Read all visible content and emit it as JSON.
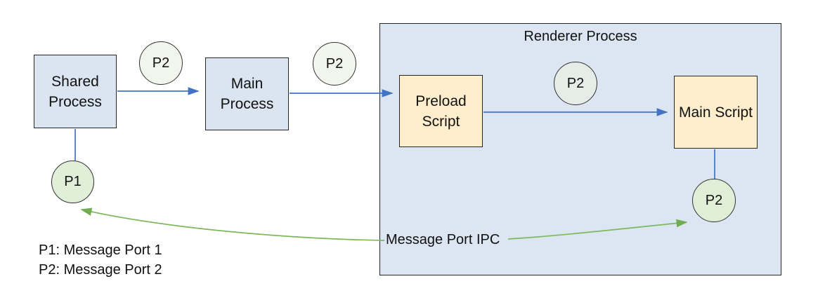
{
  "diagram": {
    "renderer_container": {
      "title": "Renderer Process"
    },
    "boxes": {
      "shared_process": {
        "label": "Shared Process"
      },
      "main_process": {
        "label": "Main Process"
      },
      "preload_script": {
        "label": "Preload Script"
      },
      "main_script": {
        "label": "Main Script"
      }
    },
    "ports": {
      "p2_between_shared_and_main": "P2",
      "p2_between_main_and_preload": "P2",
      "p2_between_preload_and_main_script": "P2",
      "p1_below_shared_process": "P1",
      "p2_below_main_script": "P2"
    },
    "ipc_label": "Message Port IPC",
    "legend": {
      "line1": "P1: Message Port 1",
      "line2": "P2: Message Port 2"
    },
    "colors": {
      "process_box_fill": "#dbe5f1",
      "renderer_container_fill": "#dce6f2",
      "script_box_fill": "#ffeecb",
      "green_port_fill": "#e1eed8",
      "neutral_port_fill": "#f1f5ec",
      "renderer_port_fill": "#e6ede9",
      "blue_connector": "#4472c4",
      "green_connector": "#7cb85a",
      "shape_border": "#262626",
      "text": "#111111"
    }
  }
}
